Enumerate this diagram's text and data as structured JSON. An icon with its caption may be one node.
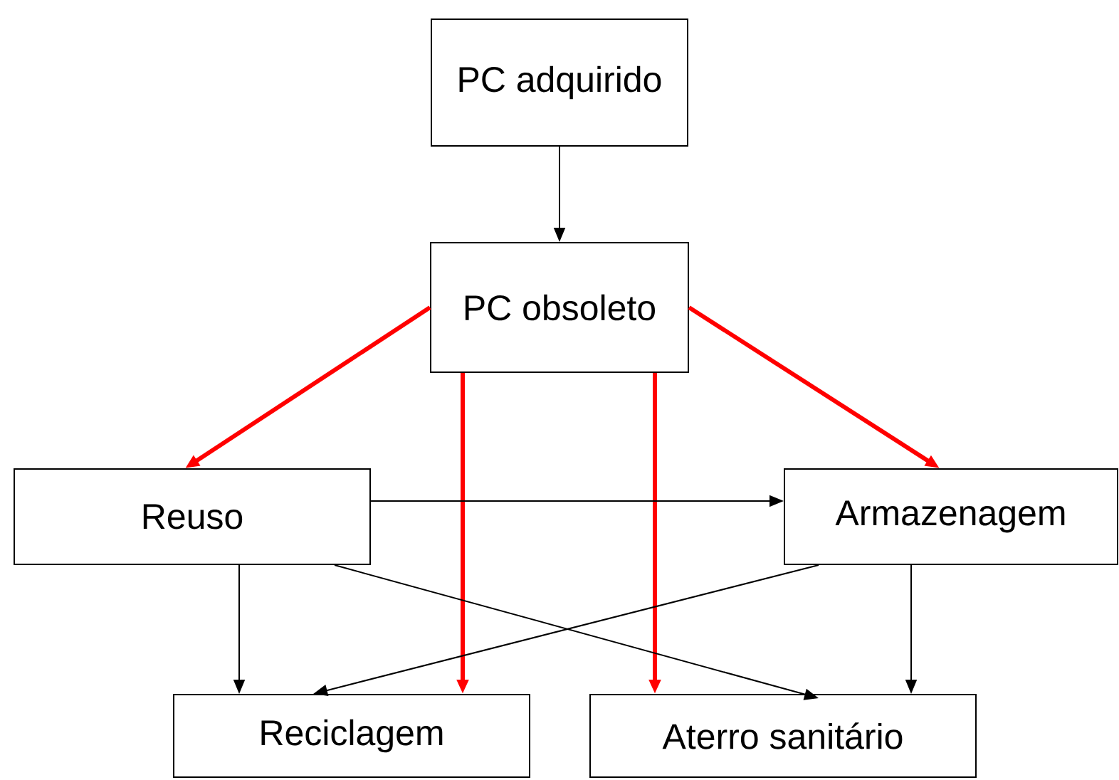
{
  "diagram": {
    "nodes": [
      {
        "text": [
          "PC adquirido"
        ]
      },
      {
        "text": [
          "PC obsoleto"
        ]
      },
      {
        "text": [
          "Reuso"
        ]
      },
      {
        "text": [
          "Armazenagem"
        ]
      },
      {
        "text": [
          "Reciclagem"
        ]
      },
      {
        "text": [
          "Aterro sanitário"
        ]
      }
    ],
    "edges": [
      {
        "from": 0,
        "to": 1,
        "arrow": "to"
      },
      {
        "from": 1,
        "to": 2,
        "arrow": "to",
        "style": "thick",
        "color": "#ff0000"
      },
      {
        "from": 1,
        "to": 3,
        "arrow": "to",
        "style": "thick",
        "color": "#ff0000"
      },
      {
        "from": 1,
        "to": 4,
        "arrow": "to",
        "style": "thick",
        "color": "#ff0000"
      },
      {
        "from": 1,
        "to": 5,
        "arrow": "to",
        "style": "thick",
        "color": "#ff0000"
      },
      {
        "from": 2,
        "to": 3,
        "arrow": "to"
      },
      {
        "from": 2,
        "to": 4,
        "arrow": "to"
      },
      {
        "from": 2,
        "to": 5,
        "arrow": "to"
      },
      {
        "from": 3,
        "to": 4,
        "arrow": "to"
      },
      {
        "from": 3,
        "to": 5,
        "arrow": "to"
      }
    ]
  }
}
